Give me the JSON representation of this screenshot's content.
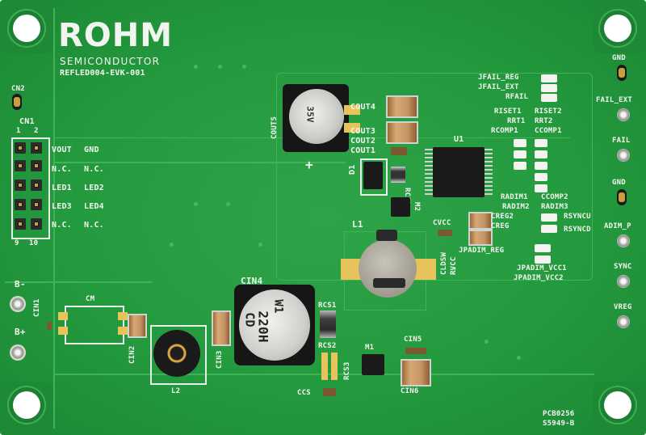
{
  "brand": {
    "name": "ROHM",
    "subtitle": "SEMICONDUCTOR",
    "board_id": "REFLED004-EVK-001"
  },
  "header": {
    "title": "CN1",
    "pin_left": "1",
    "pin_right": "2",
    "pin_bottom_left": "9",
    "pin_bottom_right": "10"
  },
  "connector_rows": [
    {
      "left": "VOUT",
      "right": "GND"
    },
    {
      "left": "N.C.",
      "right": "N.C."
    },
    {
      "left": "LED1",
      "right": "LED2"
    },
    {
      "left": "LED3",
      "right": "LED4"
    },
    {
      "left": "N.C.",
      "right": "N.C."
    }
  ],
  "labels": {
    "cn2": "CN2",
    "bminus": "B-",
    "bplus": "B+",
    "cin1": "CIN1",
    "cm": "CM",
    "cin2": "CIN2",
    "l2": "L2",
    "cin3": "CIN3",
    "cin4": "CIN4",
    "rcs1": "RCS1",
    "rcs2": "RCS2",
    "rcs3": "RCS3",
    "ccs": "CCS",
    "m1": "M1",
    "cin5": "CIN5",
    "cin6": "CIN6",
    "cout5": "COUT5",
    "cout4": "COUT4",
    "cout3": "COUT3",
    "cout2": "COUT2",
    "cout1": "COUT1",
    "plus": "+",
    "d1": "D1",
    "rcsl": "RCSL",
    "m2": "M2",
    "l1": "L1",
    "cvcc": "CVCC",
    "cldsw": "CLDSW",
    "rvcc": "RVCC",
    "creg2": "CREG2",
    "creg": "CREG",
    "u1": "U1",
    "jfail_reg": "JFAIL_REG",
    "jfail_ext": "JFAIL_EXT",
    "rfail": "RFAIL",
    "riset1": "RISET1",
    "riset2": "RISET2",
    "rrt1": "RRT1",
    "rrt2": "RRT2",
    "rcomp1": "RCOMP1",
    "ccomp1": "CCOMP1",
    "radim1": "RADIM1",
    "ccomp2": "CCOMP2",
    "radim2": "RADIM2",
    "radim3": "RADIM3",
    "rsyncu": "RSYNCU",
    "rsyncd": "RSYNCD",
    "jpadim_reg": "JPADIM_REG",
    "jpadim_vcc1": "JPADIM_VCC1",
    "jpadim_vcc2": "JPADIM_VCC2",
    "gnd_top": "GND",
    "fail_ext": "FAIL_EXT",
    "fail": "FAIL",
    "gnd_mid": "GND",
    "adim_p": "ADIM_P",
    "sync": "SYNC",
    "vreg": "VREG",
    "pcb1": "PCB0256",
    "pcb2": "S5949-B"
  },
  "components": {
    "cin4_print1": "W1",
    "cin4_print2": "220H",
    "cin4_print3": "CD",
    "cout5_print": "35V"
  },
  "colors": {
    "pcb_green": "#249a3e",
    "silkscreen": "#f2f5ef",
    "hole": "#ffffff",
    "pad_gold": "#e6c35b"
  }
}
